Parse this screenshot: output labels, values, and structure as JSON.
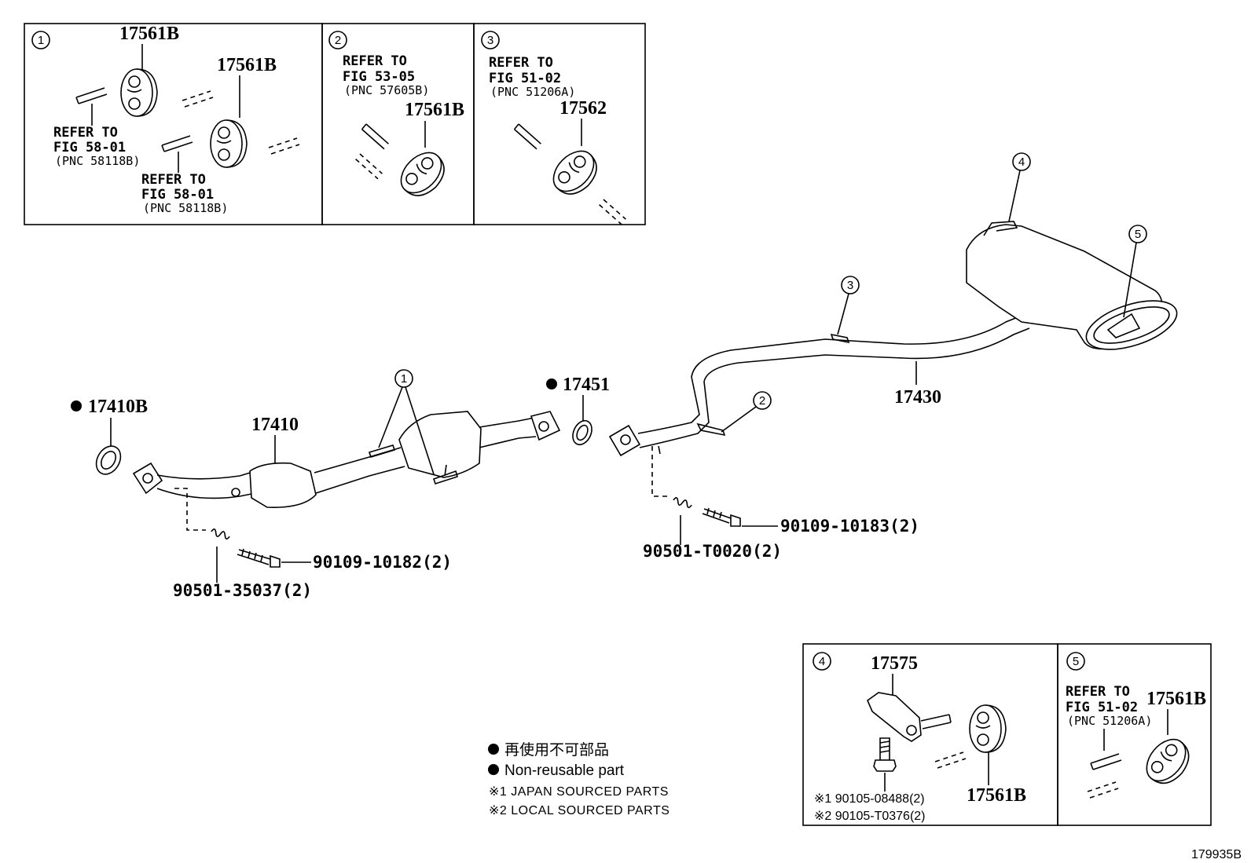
{
  "panels": {
    "p1": {
      "num": "1",
      "parts": [
        "17561B",
        "17561B"
      ],
      "ref_a": {
        "l1": "REFER TO",
        "l2": "FIG 58-01",
        "l3": "(PNC 58118B)"
      },
      "ref_b": {
        "l1": "REFER TO",
        "l2": "FIG 58-01",
        "l3": "(PNC 58118B)"
      }
    },
    "p2": {
      "num": "2",
      "part": "17561B",
      "ref": {
        "l1": "REFER TO",
        "l2": "FIG 53-05",
        "l3": "(PNC 57605B)"
      }
    },
    "p3": {
      "num": "3",
      "part": "17562",
      "ref": {
        "l1": "REFER TO",
        "l2": "FIG 51-02",
        "l3": "(PNC 51206A)"
      }
    },
    "p4": {
      "num": "4",
      "parts": [
        "17575",
        "17561B"
      ],
      "bolt1": "※1 90105-08488(2)",
      "bolt2": "※2 90105-T0376(2)"
    },
    "p5": {
      "num": "5",
      "part": "17561B",
      "ref": {
        "l1": "REFER TO",
        "l2": "FIG 51-02",
        "l3": "(PNC 51206A)"
      }
    }
  },
  "main": {
    "gasket_front": "17410B",
    "front_pipe": "17410",
    "gasket_center": "17451",
    "tail_pipe": "17430",
    "spring_front": "90501-35037(2)",
    "bolt_front": "90109-10182(2)",
    "spring_rear": "90501-T0020(2)",
    "bolt_rear": "90109-10183(2)",
    "callouts": [
      "1",
      "2",
      "3",
      "4",
      "5"
    ]
  },
  "legend": {
    "jp": "再使用不可部品",
    "en": "Non-reusable part",
    "n1": "※1 JAPAN SOURCED PARTS",
    "n2": "※2 LOCAL SOURCED PARTS"
  },
  "figure_code": "179935B"
}
